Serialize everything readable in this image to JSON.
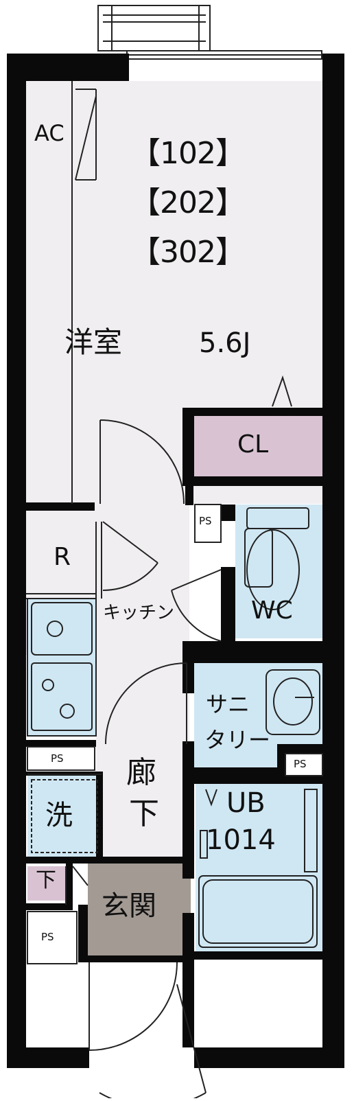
{
  "units": [
    "【102】",
    "【202】",
    "【302】"
  ],
  "rooms": {
    "western": "洋室",
    "area": "5.6J",
    "ac": "AC",
    "closet": "CL",
    "fridge": "R",
    "kitchen": "キッチン",
    "toilet": "WC",
    "sanitary_line1": "サニ",
    "sanitary_line2": "タリー",
    "corridor_line1": "廊",
    "corridor_line2": "下",
    "bath_line1": "UB",
    "bath_line2": "1014",
    "washer": "洗",
    "entrance": "玄関",
    "shoe_storage": "下"
  },
  "ps": "PS",
  "colors": {
    "wall": "#0a0a0a",
    "floor": "#f0eef0",
    "closet": "#d9c3d3",
    "wet_area": "#cfe7f3",
    "entrance": "#a39a94"
  }
}
